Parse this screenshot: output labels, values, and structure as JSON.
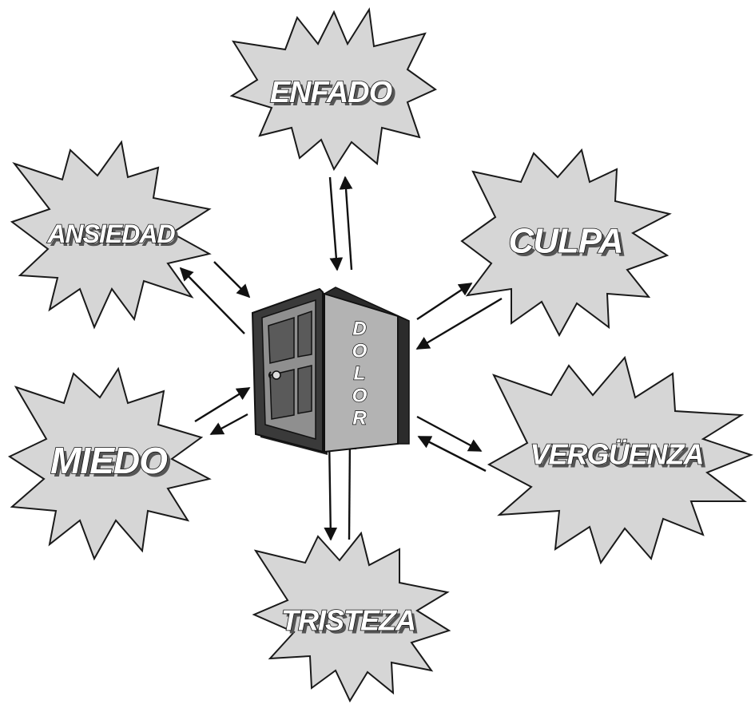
{
  "center": {
    "label": "DOLOR",
    "letters": [
      "D",
      "O",
      "L",
      "O",
      "R"
    ],
    "icon": "open-door-icon"
  },
  "emotions": [
    {
      "key": "enfado",
      "label": "ENFADO"
    },
    {
      "key": "ansiedad",
      "label": "ANSIEDAD"
    },
    {
      "key": "culpa",
      "label": "CULPA"
    },
    {
      "key": "miedo",
      "label": "MIEDO"
    },
    {
      "key": "verguenza",
      "label": "VERGÜENZA"
    },
    {
      "key": "tristeza",
      "label": "TRISTEZA"
    }
  ],
  "colors": {
    "burst_fill": "#d6d6d6",
    "outline": "#1a1a1a",
    "door_dark": "#2b2b2b",
    "door_light": "#9a9a9a"
  }
}
